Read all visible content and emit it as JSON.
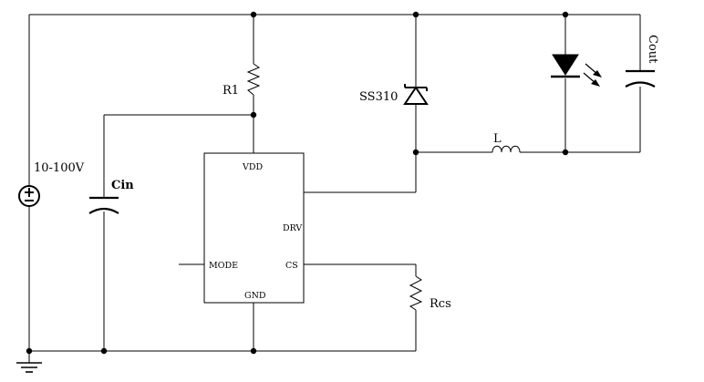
{
  "labels": {
    "supply": "10-100V",
    "cin": "Cin",
    "r1": "R1",
    "diode": "SS310",
    "inductor": "L",
    "cout": "Cout",
    "rcs": "Rcs"
  },
  "ic_pins": {
    "vdd": "VDD",
    "drv": "DRV",
    "mode": "MODE",
    "cs": "CS",
    "gnd": "GND"
  }
}
